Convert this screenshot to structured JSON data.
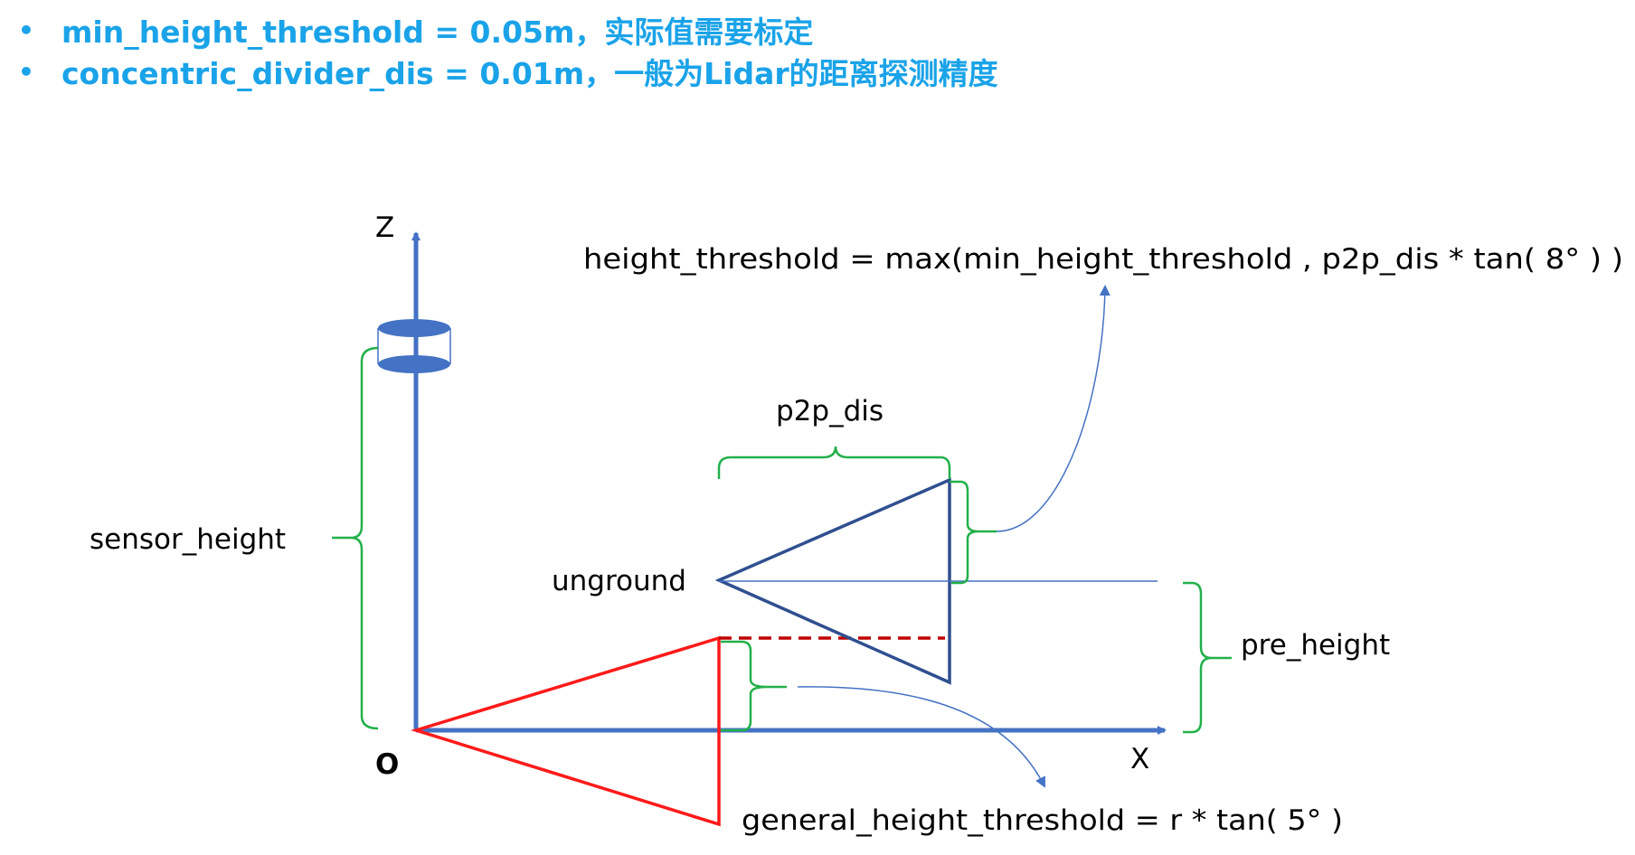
{
  "bullets": [
    "min_height_threshold = 0.05m，实际值需要标定",
    "concentric_divider_dis = 0.01m，一般为Lidar的距离探测精度"
  ],
  "labels": {
    "z_axis": "Z",
    "x_axis": "X",
    "origin": "O",
    "sensor_height": "sensor_height",
    "p2p_dis": "p2p_dis",
    "unground": "unground",
    "pre_height": "pre_height",
    "height_threshold_formula": "height_threshold = max(min_height_threshold , p2p_dis * tan( 8° ) )",
    "general_height_threshold_formula": "general_height_threshold = r * tan( 5° )"
  },
  "colors": {
    "bullet_text": "#1aa3e8",
    "axis": "#4472c4",
    "brace": "#22b04a",
    "red_triangle": "#ff1a1a",
    "dashed_line": "#c00000",
    "blue_triangle": "#2f4f8f",
    "annotation_arrow": "#4472c4"
  }
}
